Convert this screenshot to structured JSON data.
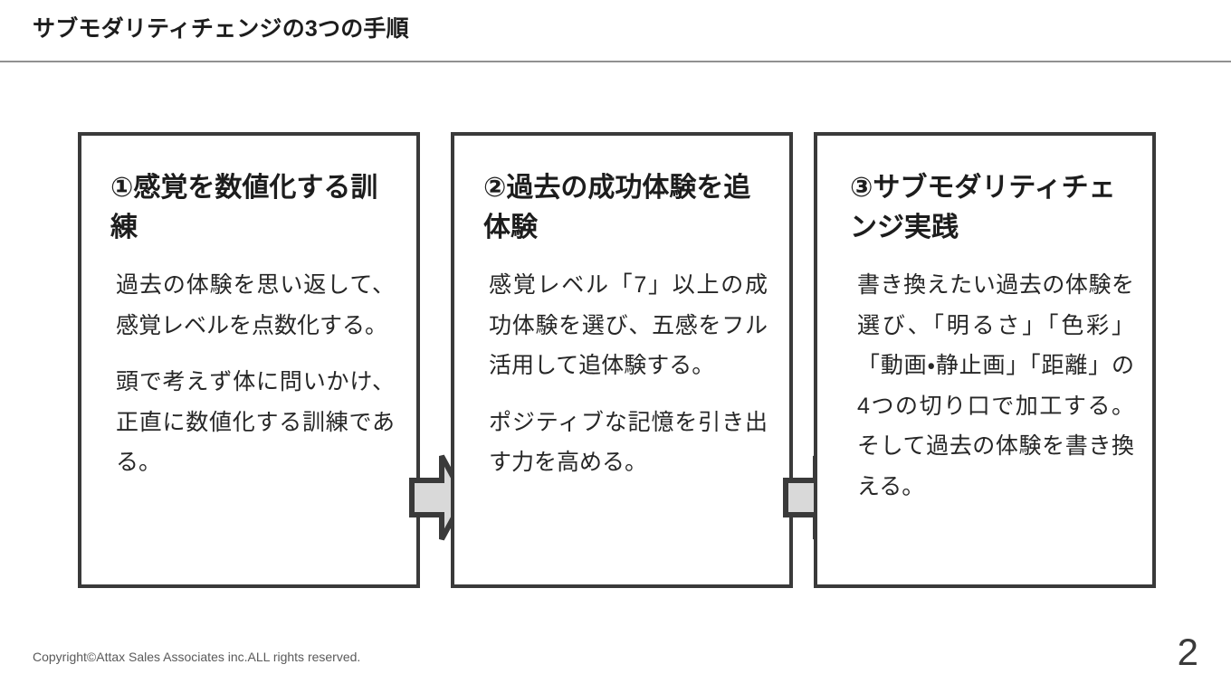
{
  "slide": {
    "title": "サブモダリティチェンジの3つの手順",
    "page_number": "2",
    "copyright": "Copyright©Attax Sales Associates inc.ALL rights reserved.",
    "colors": {
      "box_border": "#3a3a3a",
      "text": "#262626",
      "heading": "#1d1d1d",
      "rule": "#919191",
      "arrow_fill": "#d9d9d9",
      "arrow_stroke": "#3a3a3a",
      "background": "#ffffff"
    }
  },
  "steps": [
    {
      "heading": "①感覚を数値化する訓練",
      "paragraphs": [
        "過去の体験を思い返して、感覚レベルを点数化する。",
        "頭で考えず体に問いかけ、正直に数値化する訓練である。"
      ]
    },
    {
      "heading": "②過去の成功体験を追体験",
      "paragraphs": [
        "感覚レベル「7」以上の成功体験を選び、五感をフル活用して追体験する。",
        "ポジティブな記憶を引き出す力を高める。"
      ]
    },
    {
      "heading": "③サブモダリティチェンジ実践",
      "paragraphs": [
        "書き換えたい過去の体験を選び、「明るさ」「色彩」「動画・静止画」「距離」の4つの切り口で加工する。そして過去の体験を書き換える。"
      ]
    }
  ],
  "arrows": [
    {
      "label": "step-1-to-step-2"
    },
    {
      "label": "step-2-to-step-3"
    }
  ]
}
